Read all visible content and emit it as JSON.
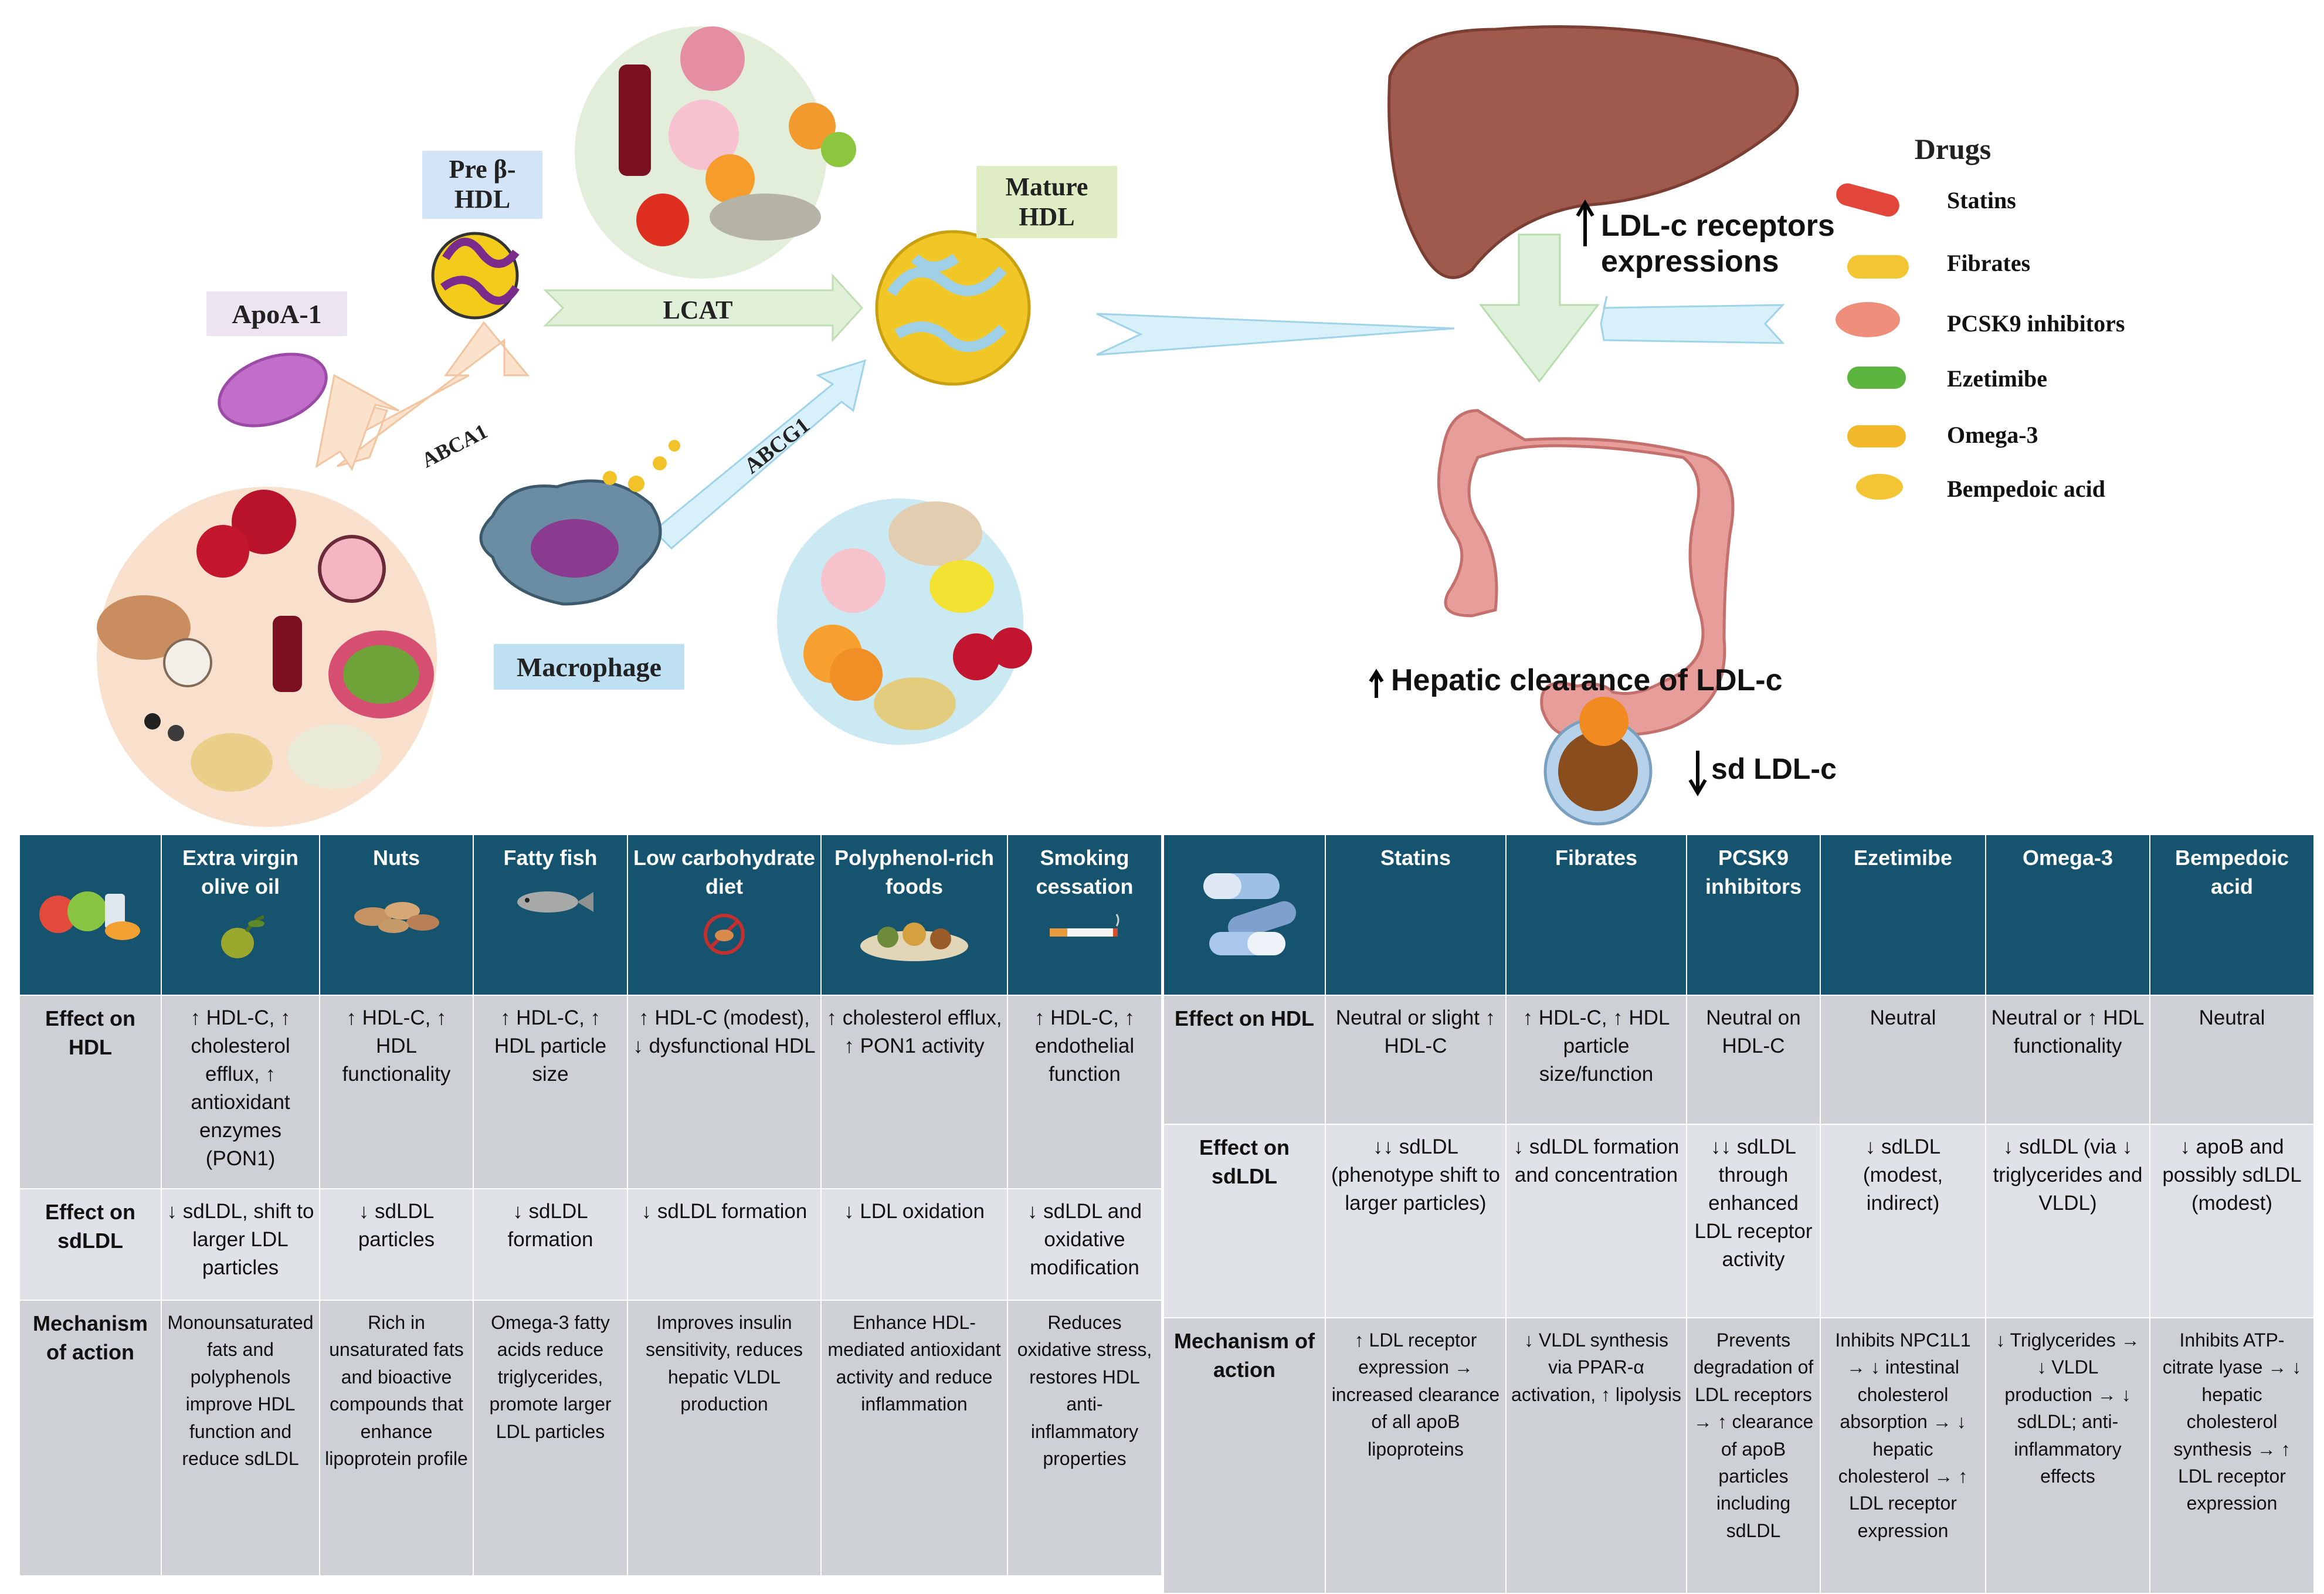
{
  "diagram": {
    "labels": {
      "apoa1": "ApoA-1",
      "pre_hdl": "Pre β-\nHDL",
      "mature_hdl": "Mature\nHDL",
      "lcat": "LCAT",
      "abca1": "ABCA1",
      "abcg1": "ABCG1",
      "macrophage": "Macrophage",
      "ldl_receptors": "LDL-c receptors\nexpressions",
      "hepatic_clearance": "Hepatic clearance of LDL-c",
      "sd_ldl": "sd LDL-c"
    },
    "drugs": {
      "title": "Drugs",
      "items": [
        "Statins",
        "Fibrates",
        "PCSK9 inhibitors",
        "Ezetimibe",
        "Omega-3",
        "Bempedoic acid"
      ]
    },
    "colors": {
      "apoa1_box": "#ece5f1",
      "pre_hdl_box": "#d3e4f7",
      "mature_hdl_box": "#e0edc4",
      "macrophage_box": "#bfe0f2",
      "liver": "#a05a4d",
      "intestine": "#e79e9a",
      "arrow_green": "#ddf0d9",
      "arrow_blue": "#d8f0f9",
      "arrow_peach": "#fbe2cd"
    }
  },
  "lifestyle_table": {
    "headers": [
      "Extra virgin olive oil",
      "Nuts",
      "Fatty fish",
      "Low carbohydrate diet",
      "Polyphenol-rich foods",
      "Smoking cessation"
    ],
    "header_icons": [
      "food-group-icon",
      "olive-icon",
      "nuts-icon",
      "fish-icon",
      "no-carb-icon",
      "polyphenol-foods-icon",
      "cigarette-icon"
    ],
    "rows": [
      {
        "label": "Effect on HDL",
        "cells": [
          "↑ HDL-C, ↑ cholesterol efflux, ↑ antioxidant enzymes (PON1)",
          "↑ HDL-C, ↑ HDL functionality",
          "↑ HDL-C, ↑ HDL particle size",
          "↑ HDL-C (modest), ↓ dysfunctional HDL",
          "↑ cholesterol efflux, ↑ PON1 activity",
          "↑ HDL-C, ↑ endothelial function"
        ]
      },
      {
        "label": "Effect on sdLDL",
        "cells": [
          "↓ sdLDL, shift to larger LDL particles",
          "↓ sdLDL particles",
          "↓ sdLDL formation",
          "↓ sdLDL formation",
          "↓ LDL oxidation",
          "↓ sdLDL and oxidative modification"
        ]
      },
      {
        "label": "Mechanism of action",
        "cells": [
          "Monounsaturated fats and polyphenols improve HDL function and reduce sdLDL",
          "Rich in unsaturated fats and bioactive compounds that enhance lipoprotein profile",
          "Omega-3 fatty acids reduce triglycerides, promote larger LDL particles",
          "Improves insulin sensitivity, reduces hepatic VLDL production",
          "Enhance HDL-mediated antioxidant activity and reduce inflammation",
          "Reduces oxidative stress, restores HDL anti-inflammatory properties"
        ]
      }
    ]
  },
  "drug_table": {
    "headers": [
      "Statins",
      "Fibrates",
      "PCSK9 inhibitors",
      "Ezetimibe",
      "Omega-3",
      "Bempedoic acid"
    ],
    "header_icons": [
      "capsules-icon"
    ],
    "rows": [
      {
        "label": "Effect on HDL",
        "cells": [
          "Neutral or slight ↑ HDL-C",
          "↑ HDL-C, ↑ HDL particle size/function",
          "Neutral on HDL-C",
          "Neutral",
          "Neutral or ↑ HDL functionality",
          "Neutral"
        ]
      },
      {
        "label": "Effect on sdLDL",
        "cells": [
          "↓↓ sdLDL (phenotype shift to larger particles)",
          "↓ sdLDL formation and concentration",
          "↓↓ sdLDL through enhanced LDL receptor activity",
          "↓ sdLDL (modest, indirect)",
          "↓ sdLDL (via ↓ triglycerides and VLDL)",
          "↓ apoB and possibly sdLDL (modest)"
        ]
      },
      {
        "label": "Mechanism of action",
        "cells": [
          "↑ LDL receptor expression → increased clearance of all apoB lipoproteins",
          "↓ VLDL synthesis via PPAR-α activation, ↑ lipolysis",
          "Prevents degradation of LDL receptors → ↑ clearance of apoB particles including sdLDL",
          "Inhibits NPC1L1 → ↓ intestinal cholesterol absorption → ↓ hepatic cholesterol → ↑ LDL receptor expression",
          "↓ Triglycerides → ↓ VLDL production → ↓ sdLDL; anti-inflammatory effects",
          "Inhibits ATP-citrate lyase → ↓ hepatic cholesterol synthesis → ↑ LDL receptor expression"
        ]
      }
    ]
  }
}
